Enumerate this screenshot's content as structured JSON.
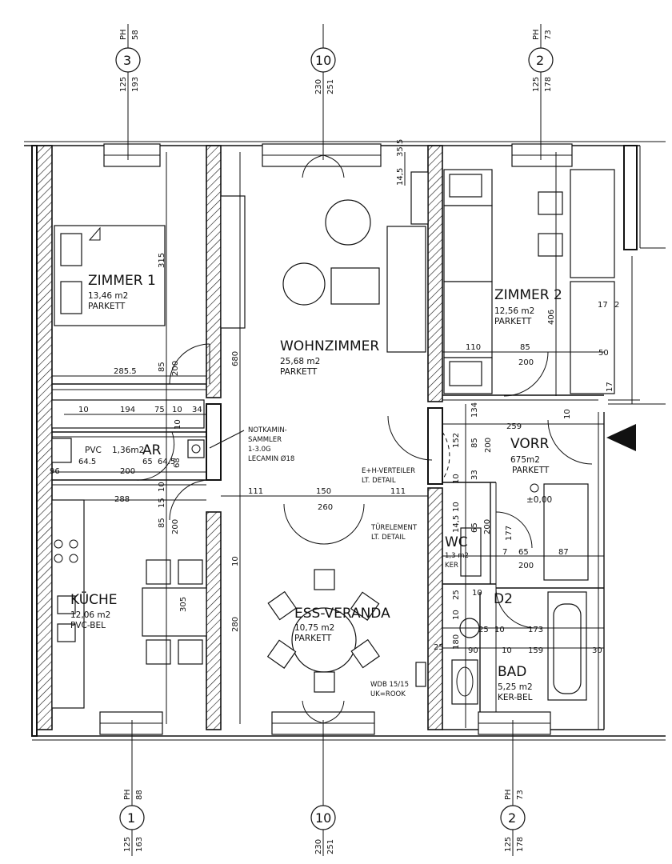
{
  "rooms": {
    "zimmer1": {
      "name": "ZIMMER 1",
      "area": "13,46 m2",
      "floor": "PARKETT"
    },
    "zimmer2": {
      "name": "ZIMMER 2",
      "area": "12,56 m2",
      "floor": "PARKETT"
    },
    "wohnzimmer": {
      "name": "WOHNZIMMER",
      "area": "25,68 m2",
      "floor": "PARKETT"
    },
    "kueche": {
      "name": "KÜCHE",
      "area": "12,06 m2",
      "floor": "PVC-BEL"
    },
    "ess": {
      "name": "ESS-VERANDA",
      "area": "10,75 m2",
      "floor": "PARKETT"
    },
    "vorr": {
      "name": "VORR",
      "area": "675m2",
      "floor": "PARKETT"
    },
    "bad": {
      "name": "BAD",
      "area": "5,25 m2",
      "floor": "KER-BEL"
    },
    "wc": {
      "name": "WC",
      "area": "1,3 m2",
      "floor": "KER"
    },
    "ar": {
      "name": "AR",
      "area": "1,36m2",
      "floor": "PVC"
    },
    "d2": {
      "name": "D2"
    }
  },
  "notes": {
    "notkamin": [
      "NOTKAMIN-",
      "SAMMLER",
      "1-3.0G",
      "LECAMIN Ø18"
    ],
    "verteiler": [
      "E+H-VERTEILER",
      "LT. DETAIL"
    ],
    "tuerelement": [
      "TÜRELEMENT",
      "LT. DETAIL"
    ],
    "wdb": [
      "WDB 15/15",
      "UK=ROOK"
    ],
    "level": "±0,00"
  },
  "window_markers": {
    "top_left": {
      "num": "3",
      "ph": "PH",
      "ph_val": "58",
      "a": "125",
      "b": "193"
    },
    "top_mid": {
      "num": "10",
      "a": "230",
      "b": "251"
    },
    "top_right": {
      "num": "2",
      "ph": "PH",
      "ph_val": "73",
      "a": "125",
      "b": "178"
    },
    "bottom_left": {
      "num": "1",
      "ph": "PH",
      "ph_val": "88",
      "a": "125",
      "b": "163"
    },
    "bottom_mid": {
      "num": "10",
      "a": "230",
      "b": "251"
    },
    "bottom_right": {
      "num": "2",
      "ph": "PH",
      "ph_val": "73",
      "a": "125",
      "b": "178"
    }
  },
  "dimensions": {
    "d_315": "315",
    "d_285_5": "285.5",
    "d_85a": "85",
    "d_200a": "200",
    "d_680": "680",
    "d_10a": "10",
    "d_194": "194",
    "d_75": "75",
    "d_10b": "10",
    "d_34": "34",
    "d_10c": "10",
    "d_64_5a": "64.5",
    "d_65": "65",
    "d_64_5b": "64.5",
    "d_200b": "200",
    "d_68": "68",
    "d_96": "96",
    "d_288": "288",
    "d_15": "15",
    "d_10d": "10",
    "d_85b": "85",
    "d_200c": "200",
    "d_111a": "111",
    "d_150": "150",
    "d_111b": "111",
    "d_260": "260",
    "d_10e": "10",
    "d_280": "280",
    "d_305": "305",
    "d_35_5": "35,5",
    "d_14_5a": "14,5",
    "d_110": "110",
    "d_85c": "85",
    "d_200d": "200",
    "d_406": "406",
    "d_17a": "17",
    "d_2": "2",
    "d_50": "50",
    "d_17b": "17",
    "d_134": "134",
    "d_259": "259",
    "d_10f": "10",
    "d_152": "152",
    "d_85d": "85",
    "d_200e": "200",
    "d_10g": "10",
    "d_33": "33",
    "d_10h": "10",
    "d_14_5b": "14,5",
    "d_65b": "65",
    "d_200f": "200",
    "d_177": "177",
    "d_7": "7",
    "d_65c": "65",
    "d_87": "87",
    "d_200g": "200",
    "d_25a": "25",
    "d_10i": "10",
    "d_180": "180",
    "d_90": "90",
    "d_10j": "10",
    "d_173": "173",
    "d_159": "159",
    "d_30": "30",
    "d_25b": "25",
    "d_10k": "10",
    "d_25c": "25",
    "d_10l": "10"
  }
}
